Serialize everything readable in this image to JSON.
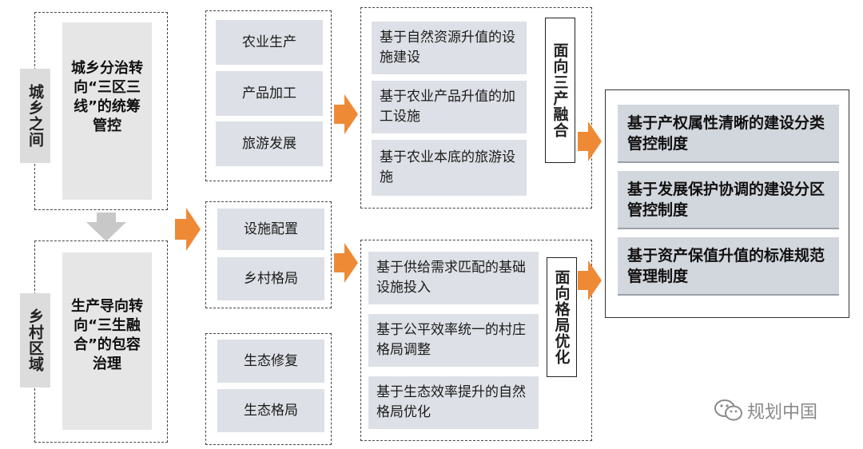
{
  "left": {
    "top_label": "城乡之间",
    "top_text": "城乡分治转向“三区三线”的统筹管控",
    "bottom_label": "乡村区域",
    "bottom_text": "生产导向转向“三生融合”的包容治理"
  },
  "middle": {
    "group1": [
      "农业生产",
      "产品加工",
      "旅游发展"
    ],
    "group2": [
      "设施配置",
      "乡村格局"
    ],
    "group3": [
      "生态修复",
      "生态格局"
    ]
  },
  "third": {
    "top_items": [
      "基于自然资源升值的设施建设",
      "基于农业产品升值的加工设施",
      "基于农业本底的旅游设施"
    ],
    "top_label": "面向三产融合",
    "bottom_items": [
      "基于供给需求匹配的基础设施投入",
      "基于公平效率统一的村庄格局调整",
      "基于生态效率提升的自然格局优化"
    ],
    "bottom_label": "面向格局优化"
  },
  "right": {
    "items": [
      "基于产权属性清晰的建设分类管控制度",
      "基于发展保护协调的建设分区管控制度",
      "基于资产保值升值的标准规范管理制度"
    ]
  },
  "watermark": {
    "text": "规划中国",
    "icon": "wechat-icon"
  },
  "colors": {
    "arrow": "#ee8a35",
    "gray_arrow": "#c8c8c8"
  }
}
